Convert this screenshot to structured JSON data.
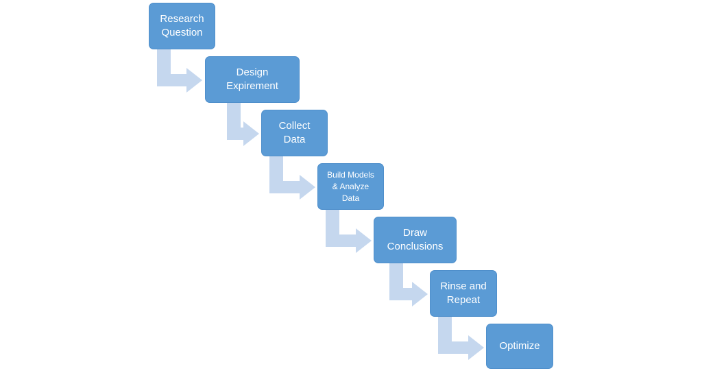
{
  "diagram": {
    "steps": [
      {
        "label": "Research\nQuestion"
      },
      {
        "label": "Design\nExpirement"
      },
      {
        "label": "Collect\nData"
      },
      {
        "label": "Build Models\n& Analyze\nData"
      },
      {
        "label": "Draw\nConclusions"
      },
      {
        "label": "Rinse  and\nRepeat"
      },
      {
        "label": "Optimize"
      }
    ],
    "colors": {
      "box_fill": "#5b9bd5",
      "arrow_fill": "#c5d7ee",
      "text": "#ffffff"
    }
  }
}
